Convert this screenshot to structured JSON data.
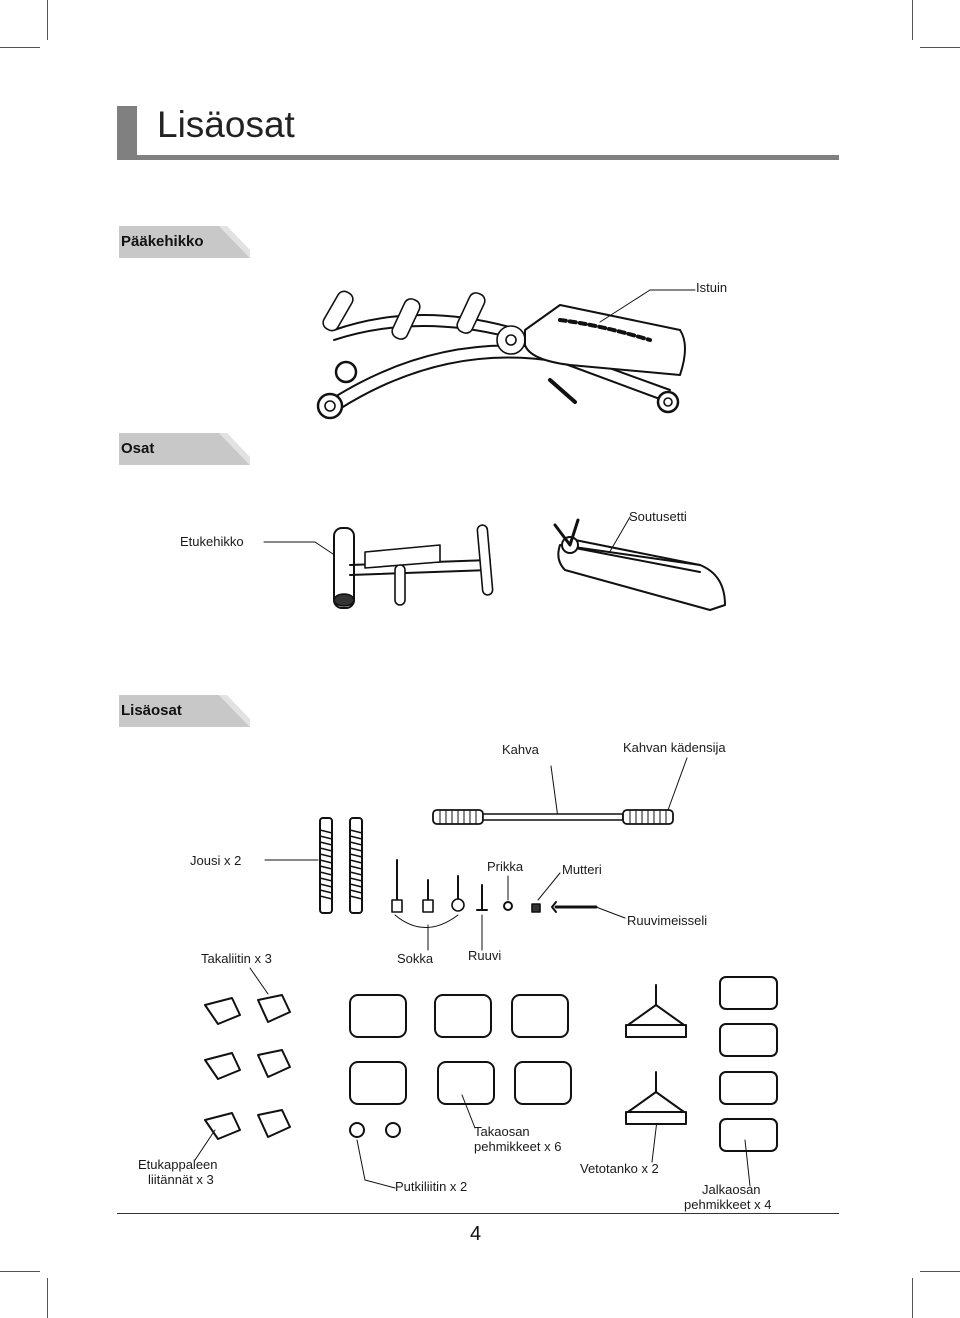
{
  "page": {
    "title": "Lisäosat",
    "page_number": "4"
  },
  "sections": {
    "main_frame": "Pääkehikko",
    "parts": "Osat",
    "accessories": "Lisäosat"
  },
  "labels": {
    "seat": "Istuin",
    "front_frame": "Etukehikko",
    "rowing_set": "Soutusetti",
    "handle": "Kahva",
    "handle_grip": "Kahvan kädensija",
    "spring": "Jousi x 2",
    "washer": "Prikka",
    "nut": "Mutteri",
    "screwdriver": "Ruuvimeisseli",
    "rear_connector": "Takaliitin x 3",
    "pin": "Sokka",
    "screw": "Ruuvi",
    "rear_pads_line1": "Takaosan",
    "rear_pads_line2": "pehmikkeet x 6",
    "pull_bar": "Vetotanko x 2",
    "front_connectors_line1": "Etukappaleen",
    "front_connectors_line2": "liitännät x 3",
    "tube_connector": "Putkiliitin x 2",
    "foot_pads_line1": "Jalkaosan",
    "foot_pads_line2": "pehmikkeet x 4"
  }
}
